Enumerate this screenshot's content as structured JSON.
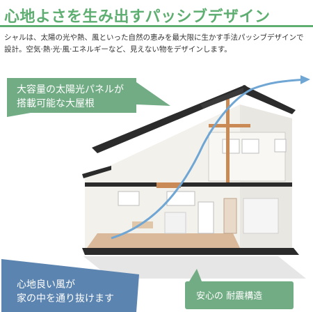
{
  "header": {
    "title": "心地よさを生み出すパッシブデザイン",
    "description": "シャルは、太陽の光や熱、風といった自然の恵みを最大限に生かす手法パッシブデザインで設計。空気·熱·光·風·エネルギーなど、見えない物をデザインします。"
  },
  "callouts": {
    "solar": [
      "大容量の太陽光パネルが",
      "搭載可能な大屋根"
    ],
    "wind": [
      "心地良い風が",
      "家の中を通り抜けます"
    ],
    "quake": "安心の 耐震構造"
  },
  "colors": {
    "accent": "#5fae71",
    "callout_green": "#72ac85",
    "callout_blue": "#5b84b1",
    "wind_line": "#6fa6d4",
    "roof": "#2b2b2b"
  }
}
